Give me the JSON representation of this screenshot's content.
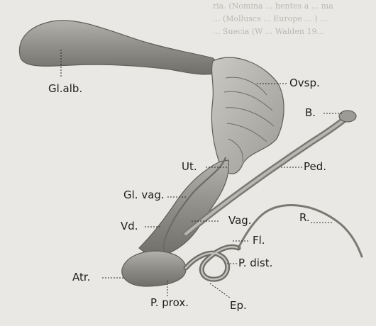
{
  "figure": {
    "background_text": [
      "ria. (Nomina ... hentes a ... ma",
      "... (Molluscs ... Europe ... ) ... ",
      "... Suecia (W ... Walden 19..."
    ],
    "labels": {
      "gl_alb": "Gl.alb.",
      "ovsp": "Ovsp.",
      "b": "B.",
      "ut": "Ut.",
      "ped": "Ped.",
      "gl_vag": "Gl. vag.",
      "vd": "Vd.",
      "vag": "Vag.",
      "r": "R.",
      "fl": "Fl.",
      "p_dist": "P. dist.",
      "atr": "Atr.",
      "p_prox": "P. prox.",
      "ep": "Ep."
    }
  }
}
